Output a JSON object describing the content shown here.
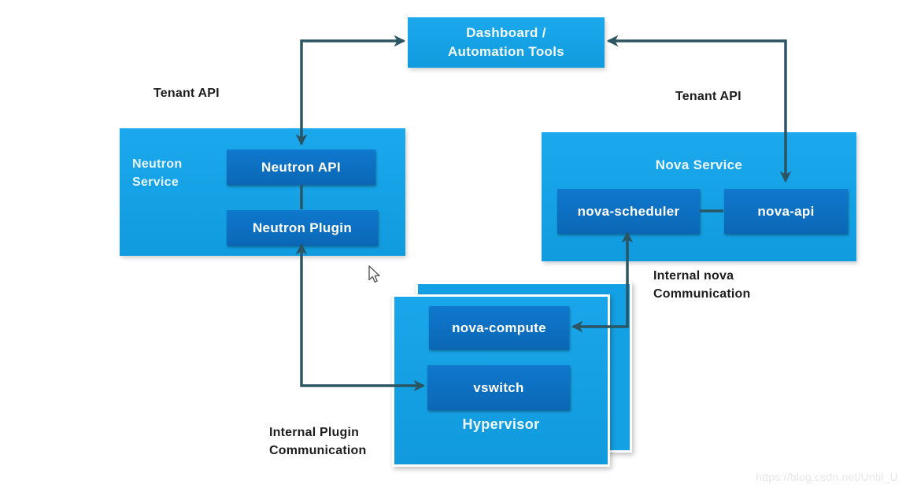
{
  "diagram": {
    "dashboard": {
      "line1": "Dashboard /",
      "line2": "Automation Tools"
    },
    "neutron": {
      "title_line1": "Neutron",
      "title_line2": "Service",
      "api": "Neutron API",
      "plugin": "Neutron Plugin"
    },
    "nova": {
      "title": "Nova Service",
      "scheduler": "nova-scheduler",
      "api": "nova-api"
    },
    "hypervisor": {
      "compute": "nova-compute",
      "vswitch": "vswitch",
      "label": "Hypervisor"
    },
    "annotations": {
      "tenant_api_left": "Tenant API",
      "tenant_api_right": "Tenant API",
      "internal_nova_line1": "Internal nova",
      "internal_nova_line2": "Communication",
      "internal_plugin_line1": "Internal Plugin",
      "internal_plugin_line2": "Communication"
    },
    "watermark": "https://blog.csdn.net/Until_U",
    "colors": {
      "container_blue": "#16a2e7",
      "inner_blue": "#0d70c4",
      "connector_teal": "#2b5563",
      "annotation_text": "#1d1d1d",
      "box_text": "#ffffff",
      "background": "#ffffff"
    }
  }
}
